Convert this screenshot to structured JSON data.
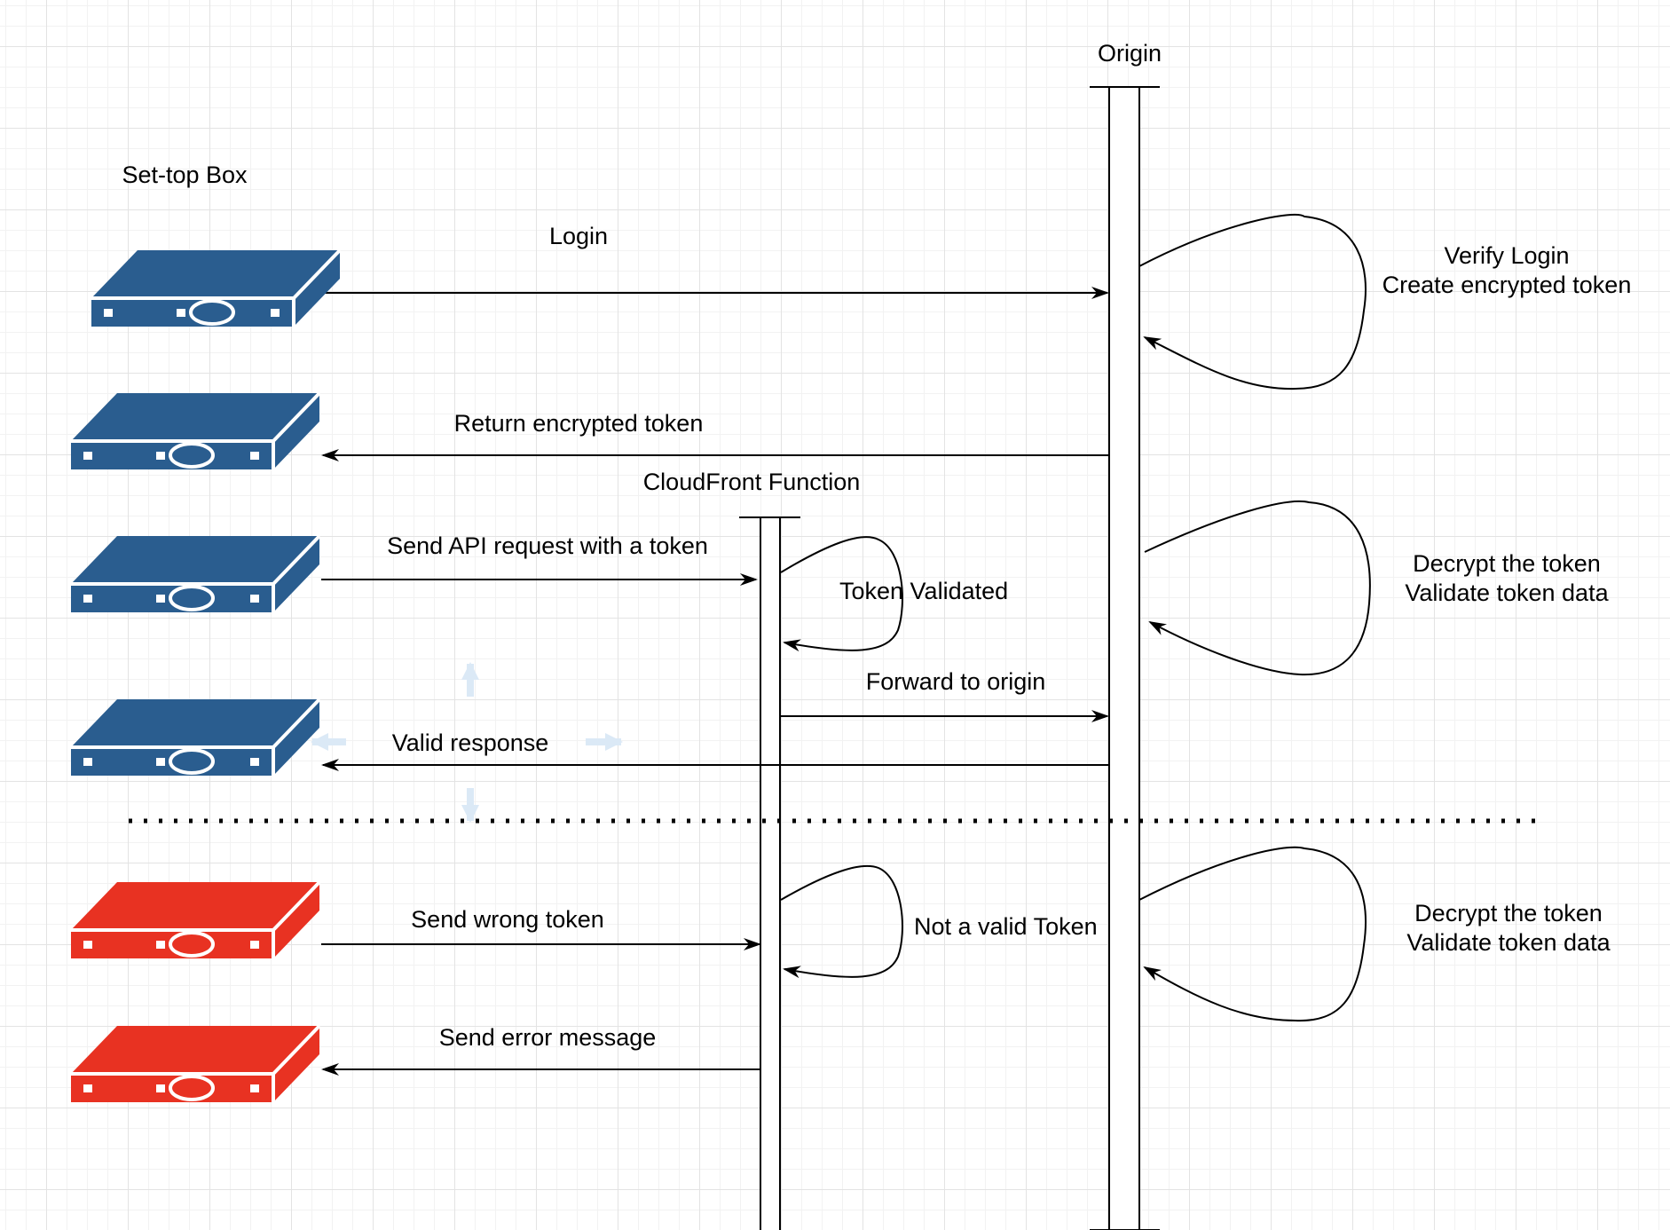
{
  "participants": {
    "origin": "Origin",
    "cloudfront": "CloudFront Function",
    "settop": "Set-top Box"
  },
  "messages": {
    "login": "Login",
    "return_token": "Return encrypted token",
    "send_api": "Send API request with a token",
    "forward": "Forward to origin",
    "valid_response": "Valid response",
    "send_wrong": "Send wrong token",
    "send_error": "Send error message"
  },
  "self_calls": {
    "verify": "Verify Login\nCreate encrypted token",
    "decrypt_1": "Decrypt the token\nValidate token data",
    "token_validated": "Token Validated",
    "not_valid": "Not a valid Token",
    "decrypt_2": "Decrypt the token\nValidate token data"
  },
  "colors": {
    "device_valid": "#2a5d8f",
    "device_invalid": "#e83222",
    "line": "#000000",
    "faint_arrows": "#dbe9f6"
  },
  "icons": {
    "device": "set-top-box-icon"
  }
}
